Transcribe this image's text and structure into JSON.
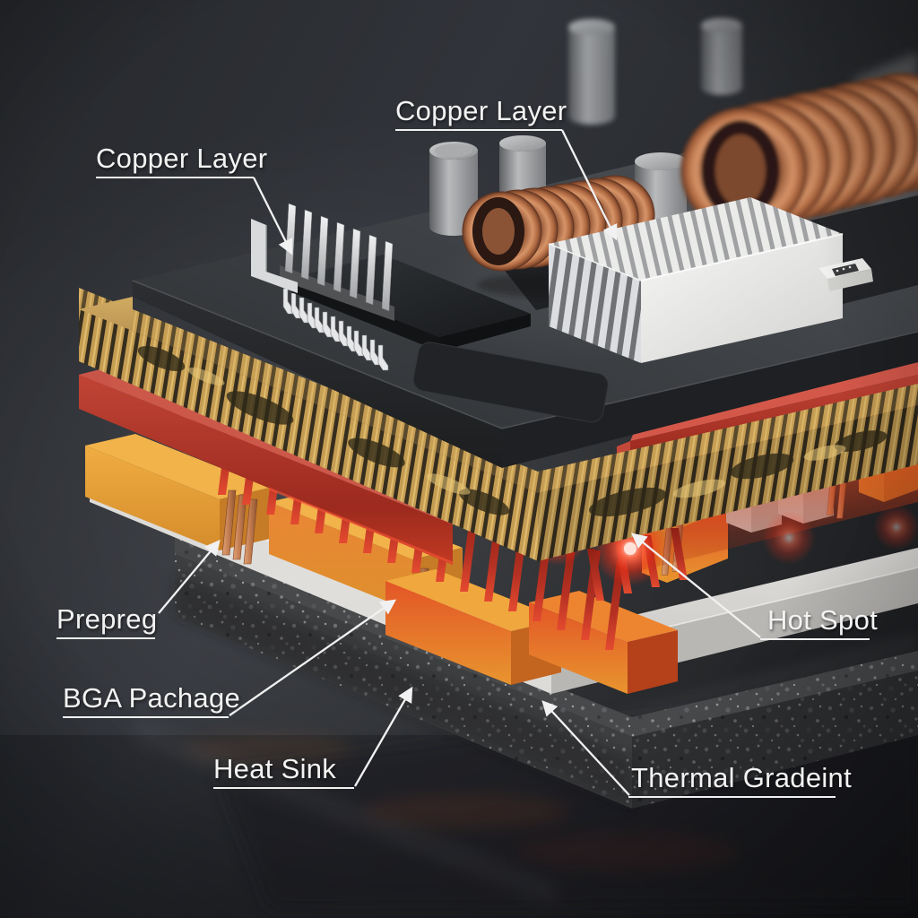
{
  "figure": {
    "kind": "3D exploded PCB thermal stack illustration",
    "labels": {
      "copper_layer_left": "Copper Layer",
      "copper_layer_top": "Copper Layer",
      "prepreg": "Prepreg",
      "bga_package": "BGA Pachage",
      "heat_sink": "Heat Sink",
      "hot_spot": "Hot Spot",
      "thermal_gradient": "Thermal Gradeint"
    },
    "colors": {
      "background": "#2a2d31",
      "pcb_board": "#3c3f43",
      "copper_trace_layer": "#c8a258",
      "copper_plane_red": "#b03428",
      "hot_spot_glow": "#ff4530",
      "bga_orange": "#e8a23c",
      "copper_pins": "#c07a4e",
      "heat_sink_white": "#e7e6e4",
      "granite_base": "#3f4041",
      "coil_copper": "#c27a55",
      "label_text": "#f2f2f2"
    }
  }
}
